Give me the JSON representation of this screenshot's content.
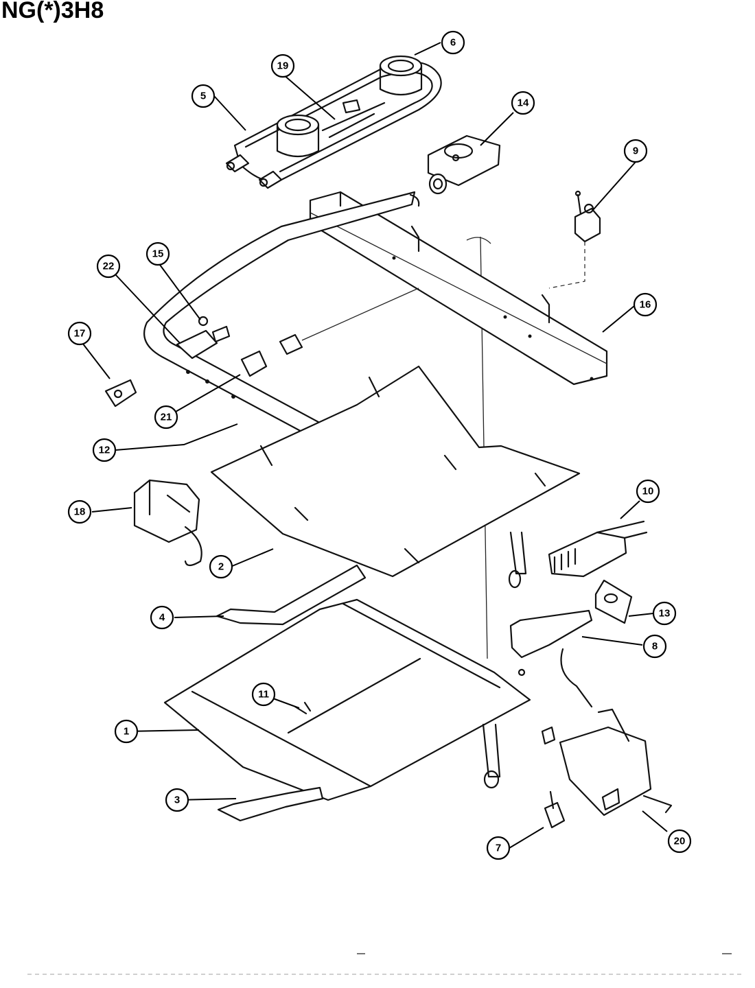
{
  "title": "NG(*)3H8",
  "callouts": [
    {
      "id": "1"
    },
    {
      "id": "2"
    },
    {
      "id": "3"
    },
    {
      "id": "4"
    },
    {
      "id": "5"
    },
    {
      "id": "6"
    },
    {
      "id": "7"
    },
    {
      "id": "8"
    },
    {
      "id": "9"
    },
    {
      "id": "10"
    },
    {
      "id": "11"
    },
    {
      "id": "12"
    },
    {
      "id": "13"
    },
    {
      "id": "14"
    },
    {
      "id": "15"
    },
    {
      "id": "16"
    },
    {
      "id": "17"
    },
    {
      "id": "18"
    },
    {
      "id": "19"
    },
    {
      "id": "20"
    },
    {
      "id": "21"
    },
    {
      "id": "22"
    }
  ]
}
